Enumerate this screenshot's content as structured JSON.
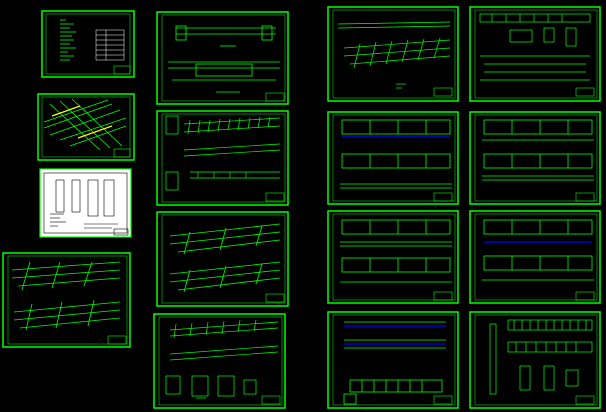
{
  "canvas": {
    "background": "#000000"
  },
  "colors": {
    "frame": "#00ff00",
    "line": "#00ff00",
    "accent": "#0000ff",
    "highlight": "#ffffff",
    "inverse_bg": "#ffffff",
    "inverse_line": "#000000"
  },
  "sheets": [
    {
      "id": "cover-index-sheet",
      "kind": "index"
    },
    {
      "id": "skew-plan-sheet",
      "kind": "skew"
    },
    {
      "id": "white-detail-sheet",
      "kind": "white"
    },
    {
      "id": "left-perspective-sheet",
      "kind": "persp"
    },
    {
      "id": "col2-elevation-sheet",
      "kind": "elev"
    },
    {
      "id": "col2-rebar-sheet",
      "kind": "rebar"
    },
    {
      "id": "col2-perspective-sheet",
      "kind": "persp2"
    },
    {
      "id": "col2-bottom-sheet",
      "kind": "mixed"
    },
    {
      "id": "col3-perspective-sheet",
      "kind": "persp1"
    },
    {
      "id": "col3-beam-sheet",
      "kind": "beam"
    },
    {
      "id": "col3-beam-sheet-2",
      "kind": "beam"
    },
    {
      "id": "col3-bottom-sheet",
      "kind": "bottom"
    },
    {
      "id": "col4-detail-sheet",
      "kind": "detail"
    },
    {
      "id": "col4-beam-sheet",
      "kind": "beam"
    },
    {
      "id": "col4-beam-sheet-2",
      "kind": "beam"
    },
    {
      "id": "col4-bottom-sheet",
      "kind": "rebar2"
    }
  ]
}
